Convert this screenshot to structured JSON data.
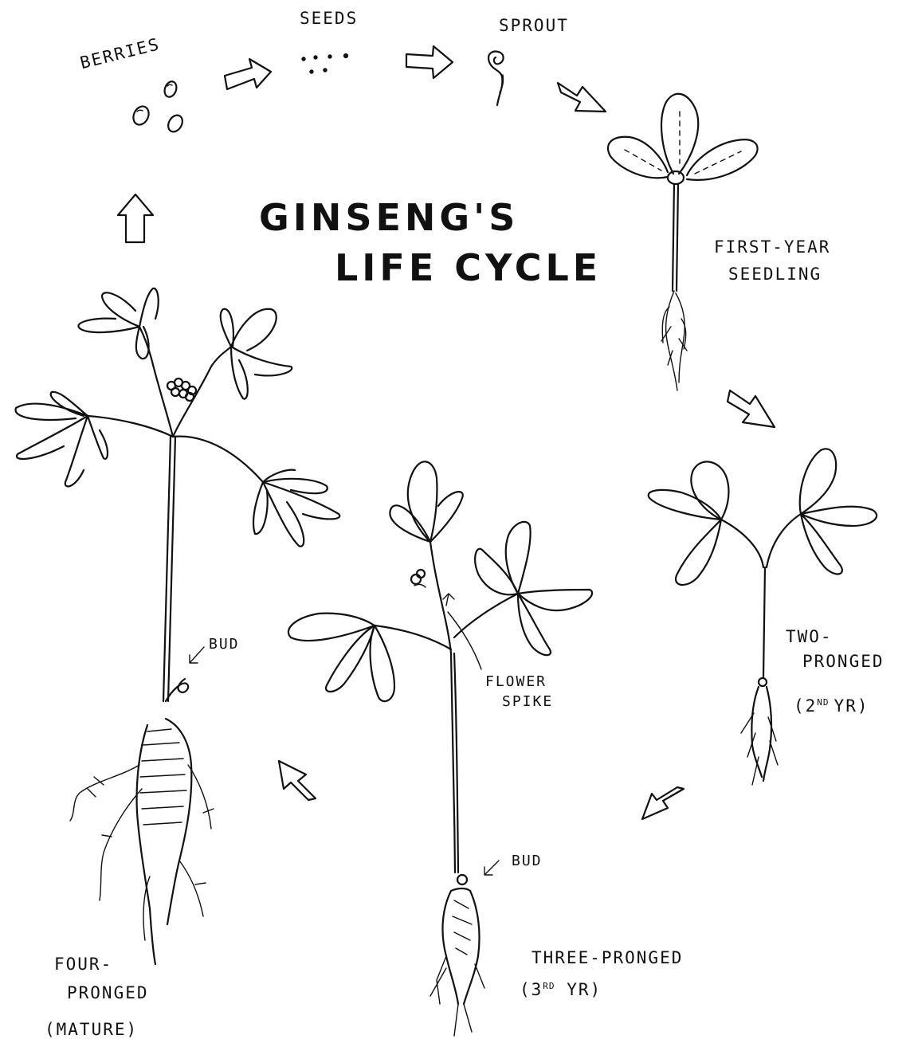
{
  "title": {
    "line1": "GINSENG'S",
    "line2": "LIFE CYCLE"
  },
  "stages": {
    "berries": "BERRIES",
    "seeds": "SEEDS",
    "sprout": "SPROUT",
    "seedling": {
      "line1": "FIRST-YEAR",
      "line2": "SEEDLING"
    },
    "two_pronged": {
      "line1": "TWO-",
      "line2": "PRONGED",
      "line3_pre": "(2",
      "line3_sup": "ND",
      "line3_post": "YR)"
    },
    "three_pronged": {
      "line1": "THREE-PRONGED",
      "line2_pre": "(3",
      "line2_sup": "RD",
      "line2_post": " YR)"
    },
    "four_pronged": {
      "line1": "FOUR-",
      "line2": "PRONGED",
      "line3": "(MATURE)"
    }
  },
  "annotations": {
    "bud_mature": "BUD",
    "bud_three": "BUD",
    "flower_spike": {
      "line1": "FLOWER",
      "line2": "SPIKE"
    }
  },
  "colors": {
    "ink": "#111111",
    "paper": "#ffffff"
  }
}
